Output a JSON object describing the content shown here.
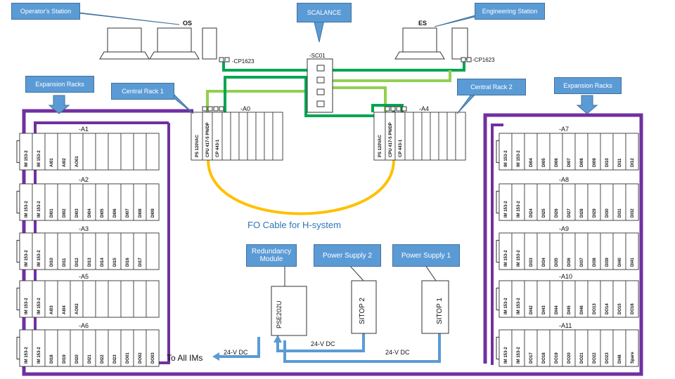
{
  "callouts": {
    "operators_station": "Operator's Station",
    "scalance": "SCALANCE",
    "engineering_station": "Engineering Station",
    "expansion_racks_left": "Expansion Racks",
    "central_rack_1": "Central Rack 1",
    "central_rack_2": "Central Rack 2",
    "expansion_racks_right": "Expansion Racks"
  },
  "stations": {
    "os": "OS",
    "es": "ES",
    "os_cp": "-CP1623",
    "es_cp": "-CP1623",
    "switch": "-SC01"
  },
  "central": {
    "a0": "-A0",
    "a4": "-A4",
    "a0_modules": [
      "PS 120VAC",
      "CPU 417-5 PN/DP",
      "CP 443-1"
    ],
    "a4_modules": [
      "PS 120VAC",
      "CPU 417-5 PN/DP",
      "CP 443-1"
    ]
  },
  "left_racks": [
    {
      "name": "-A1",
      "modules": [
        "IM 153-2",
        "IM 153-2",
        "AI01",
        "AI02",
        "AO01"
      ]
    },
    {
      "name": "-A2",
      "modules": [
        "IM 153-2",
        "IM 153-2",
        "DI01",
        "DI02",
        "DI03",
        "DI04",
        "DI05",
        "DI06",
        "DI07",
        "DI08",
        "DI09"
      ]
    },
    {
      "name": "-A3",
      "modules": [
        "IM 153-2",
        "IM 153-2",
        "DI10",
        "DI11",
        "DI12",
        "DI13",
        "DI14",
        "DI15",
        "DI16",
        "DI17"
      ]
    },
    {
      "name": "-A5",
      "modules": [
        "IM 153-2",
        "IM 153-2",
        "AI03",
        "AI04",
        "AO02"
      ]
    },
    {
      "name": "-A6",
      "modules": [
        "IM 153-2",
        "IM 153-2",
        "DI18",
        "DI19",
        "DI20",
        "DI21",
        "DI22",
        "DI23",
        "DO01",
        "DO02",
        "DO03"
      ]
    }
  ],
  "right_racks": [
    {
      "name": "-A7",
      "modules": [
        "IM 153-2",
        "IM 153-2",
        "DI04",
        "DI05",
        "DI06",
        "DI07",
        "DI08",
        "DI09",
        "DI10",
        "DI11",
        "DI12"
      ]
    },
    {
      "name": "-A8",
      "modules": [
        "IM 153-2",
        "IM 153-2",
        "DI24",
        "DI25",
        "DI26",
        "DI27",
        "DI28",
        "DI29",
        "DI30",
        "DI31",
        "DI32"
      ]
    },
    {
      "name": "-A9",
      "modules": [
        "IM 153-2",
        "IM 153-2",
        "DI33",
        "DI34",
        "DI35",
        "DI36",
        "DI37",
        "DI38",
        "DI39",
        "DI40",
        "DI41"
      ]
    },
    {
      "name": "-A10",
      "modules": [
        "IM 153-2",
        "IM 153-2",
        "DI42",
        "DI43",
        "DI44",
        "DI45",
        "DI46",
        "DO13",
        "DO14",
        "DO15",
        "DO16"
      ]
    },
    {
      "name": "-A11",
      "modules": [
        "IM 153-2",
        "IM 153-2",
        "DO17",
        "DO18",
        "DO19",
        "DO20",
        "DO21",
        "DO22",
        "DO23",
        "DI48",
        "Spare"
      ]
    }
  ],
  "labels": {
    "fo_cable": "FO Cable for H-system",
    "redundancy_module": "Redundancy Module",
    "power_supply_2": "Power Supply 2",
    "power_supply_1": "Power Supply 1",
    "pse": "PSE202U",
    "sitop2": "SITOP 2",
    "sitop1": "SITOP 1",
    "to_all_ims": "To All IMs",
    "dc_left": "24-V DC",
    "dc_mid": "24-V DC",
    "dc_right": "24-V DC"
  },
  "colors": {
    "callout": "#5b9bd5",
    "profibus": "#7030a0",
    "ethernet_dark": "#00a651",
    "ethernet_light": "#92d050",
    "fo_cable": "#ffc000",
    "dc_supply": "#5b9bd5",
    "fo_label": "#2e75b6"
  }
}
